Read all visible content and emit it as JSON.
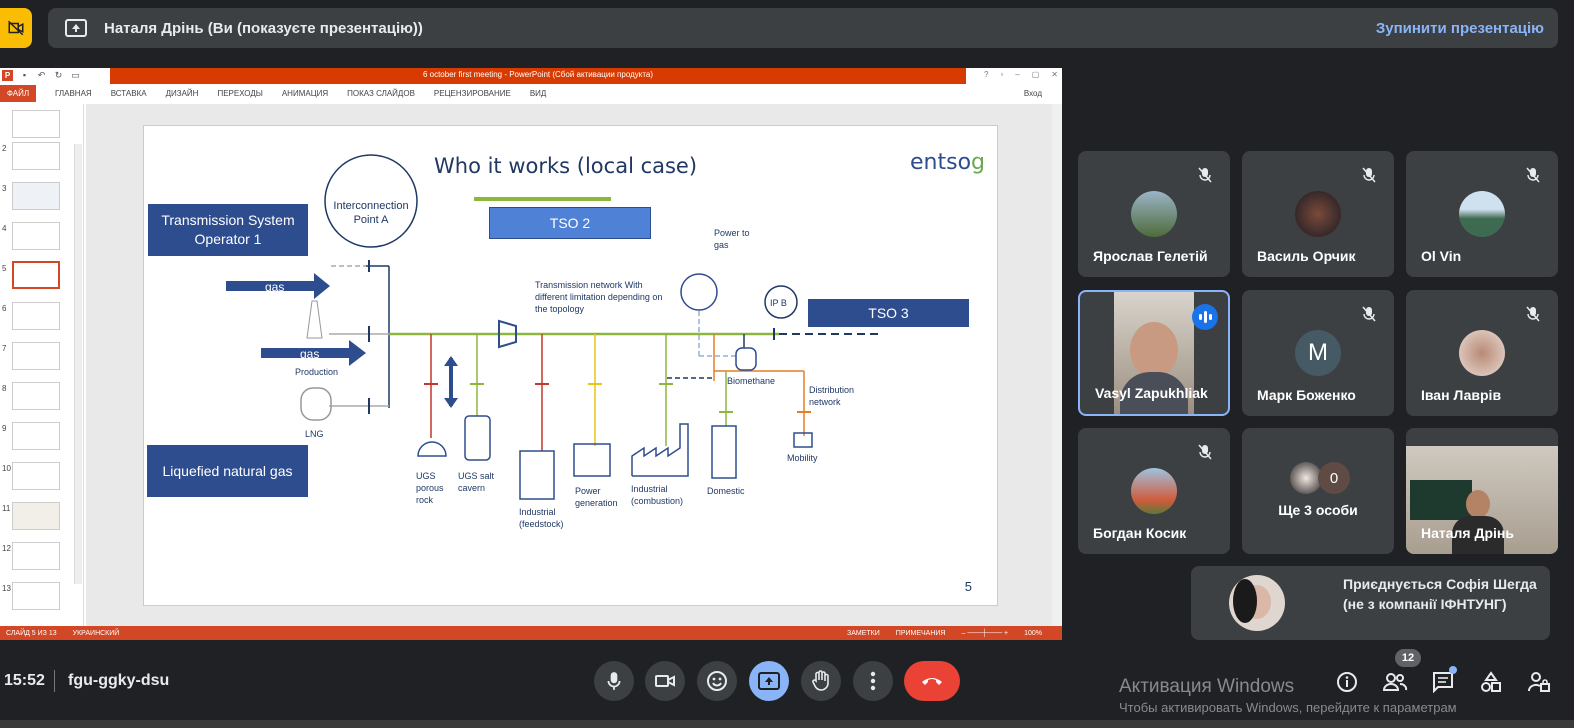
{
  "banner": {
    "title": "Наталя Дрінь (Ви (показуєте презентацію))",
    "stop_label": "Зупинити презентацію"
  },
  "ppt": {
    "window_title": "6 october first meeting -  PowerPoint (Сбой активации продукта)",
    "ribbon_tabs": [
      "ФАЙЛ",
      "ГЛАВНАЯ",
      "ВСТАВКА",
      "ДИЗАЙН",
      "ПЕРЕХОДЫ",
      "АНИМАЦИЯ",
      "ПОКАЗ СЛАЙДОВ",
      "РЕЦЕНЗИРОВАНИЕ",
      "ВИД"
    ],
    "login": "Вход",
    "thumb_numbers": [
      "2",
      "3",
      "4",
      "5",
      "6",
      "7",
      "8",
      "9",
      "10",
      "11",
      "12",
      "13"
    ],
    "status_slide": "СЛАЙД 5 ИЗ 13",
    "status_lang": "УКРАИНСКИЙ",
    "status_notes": "ЗАМЕТКИ",
    "status_comments": "ПРИМЕЧАНИЯ",
    "zoom": "100%"
  },
  "slide": {
    "title": "Who it works (local case)",
    "logo": "entso",
    "logo_g": "g",
    "tso1": "Transmission System Operator 1",
    "ip_a": "Interconnection Point A",
    "tso2": "TSO 2",
    "tso3": "TSO 3",
    "lng_box": "Liquefied natural gas",
    "gas1": "gas",
    "gas2": "gas",
    "production": "Production",
    "lng": "LNG",
    "power_to_gas": "Power to gas",
    "network": "Transmission network With different limitation depending on the topology",
    "ip_b": "IP B",
    "biomethane": "Biomethane",
    "distribution": "Distribution network",
    "mobility": "Mobility",
    "ugs_rock": "UGS porous rock",
    "ugs_salt": "UGS salt cavern",
    "ind_feed": "Industrial (feedstock)",
    "power_gen": "Power generation",
    "ind_comb": "Industrial (combustion)",
    "domestic": "Domestic",
    "number": "5"
  },
  "participants": [
    {
      "name": "Ярослав Гелетій"
    },
    {
      "name": "Василь Орчик"
    },
    {
      "name": "Ol Vin"
    },
    {
      "name": "Vasyl Zapukhliak"
    },
    {
      "name": "Марк Боженко",
      "initial": "M"
    },
    {
      "name": "Іван Лаврів"
    },
    {
      "name": "Богдан Косик"
    },
    {
      "name": "Ще 3 особи",
      "extra": "0"
    },
    {
      "name": "Наталя Дрінь"
    }
  ],
  "joining": "Приєднується Софія Шегда (не з компанії ІФНТУНГ)",
  "bottom": {
    "time": "15:52",
    "meeting_code": "fgu-ggky-dsu",
    "people_count": "12"
  },
  "windows": {
    "activate": "Активация Windows",
    "activate_hint": "Чтобы активировать Windows, перейдите к параметрам"
  },
  "colors": {
    "accent": "#8ab4f8",
    "ppt_red": "#d24726",
    "end_call": "#ea4335",
    "slide_navy": "#2e4d8e"
  }
}
